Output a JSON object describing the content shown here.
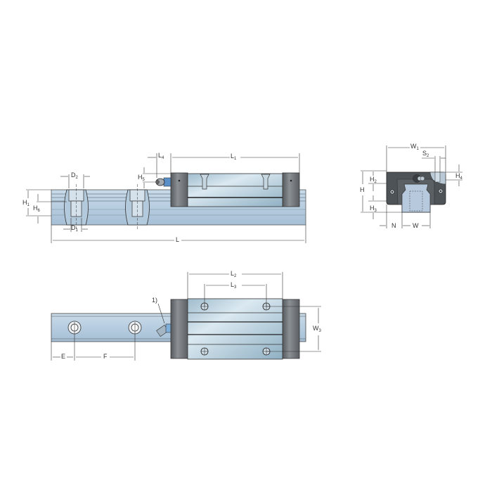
{
  "drawing": {
    "title": "Linear guide carriage and rail dimension drawing",
    "colors": {
      "steel_light": "#d6e6ef",
      "steel_mid": "#a9c6d6",
      "end_cap": "#6f7478",
      "rail": "#b7cde0",
      "line": "#333333"
    },
    "side_view": {
      "labels": {
        "D2": "D2",
        "D1": "D1",
        "H1": "H1",
        "H6": "H6",
        "H5": "H5",
        "L4": "L4",
        "L1": "L1",
        "L": "L"
      }
    },
    "end_view": {
      "labels": {
        "W1": "W1",
        "S2": "S2",
        "H2": "H2",
        "H": "H",
        "H3": "H3",
        "H4": "H4",
        "N": "N",
        "W": "W"
      }
    },
    "top_view": {
      "labels": {
        "L2": "L2",
        "L3": "L3",
        "W3": "W3",
        "E": "E",
        "F": "F",
        "note": "1)"
      }
    }
  }
}
